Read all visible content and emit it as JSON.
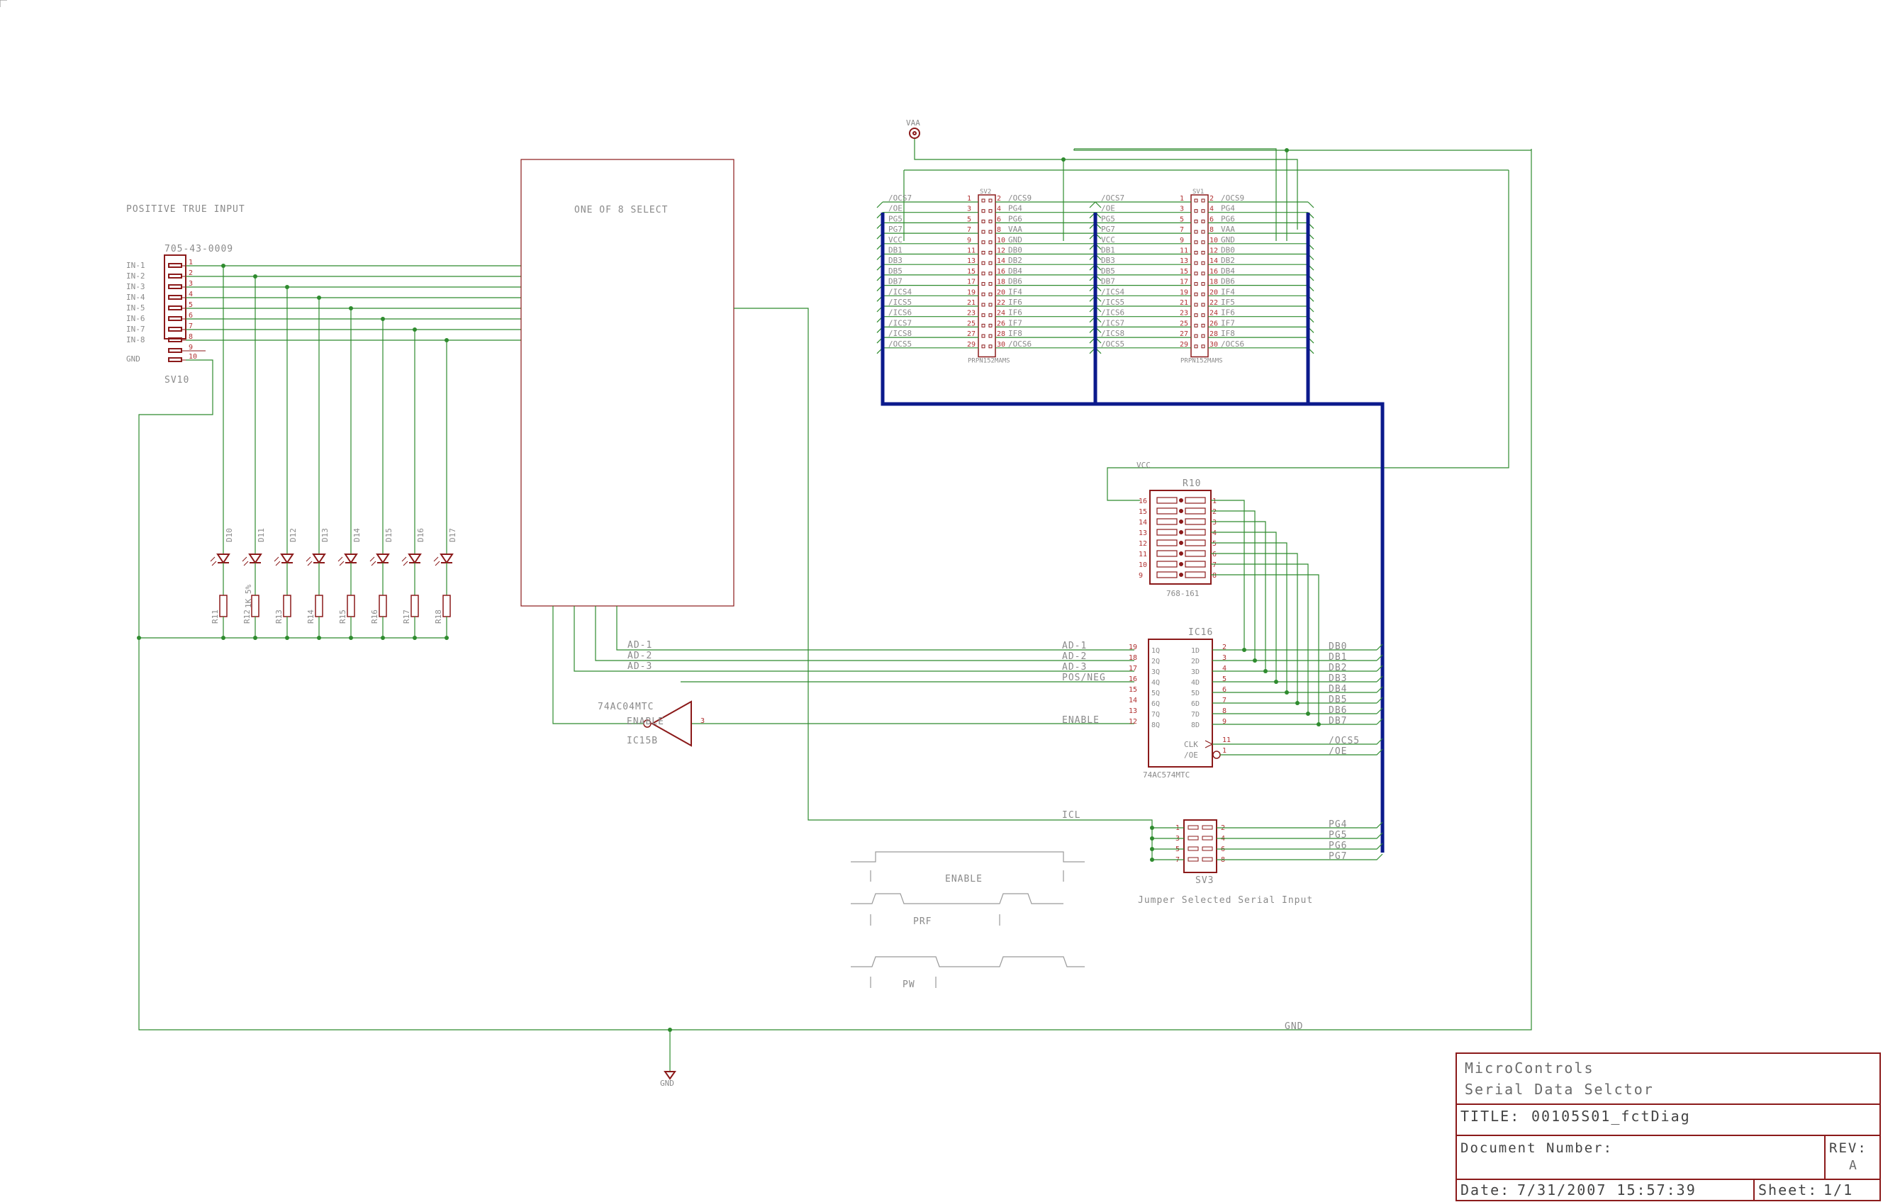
{
  "input_header": "POSITIVE TRUE INPUT",
  "connector_sv10": {
    "partnum": "705-43-0009",
    "name": "SV10",
    "signals": [
      "IN-1",
      "IN-2",
      "IN-3",
      "IN-4",
      "IN-5",
      "IN-6",
      "IN-7",
      "IN-8",
      "GND"
    ],
    "pins": [
      "1",
      "2",
      "3",
      "4",
      "5",
      "6",
      "7",
      "8",
      "9",
      "10"
    ]
  },
  "select_block": "ONE OF 8 SELECT",
  "leds": [
    "D10",
    "D11",
    "D12",
    "D13",
    "D14",
    "D15",
    "D16",
    "D17"
  ],
  "resistors": [
    "R11",
    "R12",
    "R13",
    "R14",
    "R15",
    "R16",
    "R17",
    "R18"
  ],
  "resistor_value": "1K 5%",
  "vaa_label": "VAA",
  "sv2": {
    "name": "SV2",
    "footer": "PRPN152MAMS",
    "left": [
      "/OCS7",
      "/OE",
      "PG5",
      "PG7",
      "VCC",
      "DB1",
      "DB3",
      "DB5",
      "DB7",
      "/ICS4",
      "/ICS5",
      "/ICS6",
      "/ICS7",
      "/ICS8",
      "/OCS5"
    ],
    "right": [
      "/OCS9",
      "PG4",
      "PG6",
      "VAA",
      "GND",
      "DB0",
      "DB2",
      "DB4",
      "DB6",
      "IF4",
      "IF6",
      "IF6",
      "IF7",
      "IF8",
      "/OCS6"
    ],
    "lnum": [
      "1",
      "3",
      "5",
      "7",
      "9",
      "11",
      "13",
      "15",
      "17",
      "19",
      "21",
      "23",
      "25",
      "27",
      "29"
    ],
    "rnum": [
      "2",
      "4",
      "6",
      "8",
      "10",
      "12",
      "14",
      "16",
      "18",
      "20",
      "22",
      "24",
      "26",
      "28",
      "30"
    ]
  },
  "sv1": {
    "name": "SV1",
    "footer": "PRPN152MAMS",
    "left": [
      "/OCS7",
      "/OE",
      "PG5",
      "PG7",
      "VCC",
      "DB1",
      "DB3",
      "DB5",
      "DB7",
      "/ICS4",
      "/ICS5",
      "/ICS6",
      "/ICS7",
      "/ICS8",
      "/OCS5"
    ],
    "right": [
      "/OCS9",
      "PG4",
      "PG6",
      "VAA",
      "GND",
      "DB0",
      "DB2",
      "DB4",
      "DB6",
      "IF4",
      "IF5",
      "IF6",
      "IF7",
      "IF8",
      "/OCS6"
    ],
    "lnum": [
      "1",
      "3",
      "5",
      "7",
      "9",
      "11",
      "13",
      "15",
      "17",
      "19",
      "21",
      "23",
      "25",
      "27",
      "29"
    ],
    "rnum": [
      "2",
      "4",
      "6",
      "8",
      "10",
      "12",
      "14",
      "16",
      "18",
      "20",
      "22",
      "24",
      "26",
      "28",
      "30"
    ]
  },
  "r10": {
    "name": "R10",
    "value": "768-161",
    "vcc": "VCC",
    "lpins": [
      "16",
      "15",
      "14",
      "13",
      "12",
      "11",
      "10",
      "9"
    ],
    "rpins": [
      "1",
      "2",
      "3",
      "4",
      "5",
      "6",
      "7",
      "8"
    ]
  },
  "ic16": {
    "name": "IC16",
    "part": "74AC574MTC",
    "in_nets": [
      "AD-1",
      "AD-2",
      "AD-3",
      "POS/NEG",
      "",
      "",
      "",
      "ENABLE"
    ],
    "in_pins": [
      "19",
      "18",
      "17",
      "16",
      "15",
      "14",
      "13",
      "12"
    ],
    "in_names": [
      "1Q",
      "2Q",
      "3Q",
      "4Q",
      "5Q",
      "6Q",
      "7Q",
      "8Q"
    ],
    "out_names": [
      "1D",
      "2D",
      "3D",
      "4D",
      "5D",
      "6D",
      "7D",
      "8D"
    ],
    "out_pins": [
      "2",
      "3",
      "4",
      "5",
      "6",
      "7",
      "8",
      "9"
    ],
    "out_nets": [
      "DB0",
      "DB1",
      "DB2",
      "DB3",
      "DB4",
      "DB5",
      "DB6",
      "DB7"
    ],
    "clk": "CLK",
    "oe": "/OE",
    "clk_pin": "11",
    "oe_pin": "1",
    "clk_net": "/OCS5",
    "oe_net": "/OE"
  },
  "ic15b": {
    "name": "IC15B",
    "part": "74AC04MTC",
    "net": "ENABLE",
    "pin_out": "3"
  },
  "sv3": {
    "name": "SV3",
    "caption": "Jumper Selected Serial Input",
    "icl": "ICL",
    "lpins": [
      "1",
      "3",
      "5",
      "7"
    ],
    "rpins": [
      "2",
      "4",
      "6",
      "8"
    ],
    "nets": [
      "PG4",
      "PG5",
      "PG6",
      "PG7"
    ]
  },
  "timing": {
    "enable": "ENABLE",
    "prf": "PRF",
    "pw": "PW"
  },
  "gnd_net": "GND",
  "gnd_symbol": "GND",
  "title_block": {
    "company": "MicroControls",
    "subtitle": "Serial Data Selctor",
    "title_label": "TITLE:",
    "title": "00105S01_fctDiag",
    "docnum_label": "Document Number:",
    "rev_label": "REV:",
    "rev": "A",
    "date_label": "Date:",
    "date": "7/31/2007 15:57:39",
    "sheet_label": "Sheet:",
    "sheet": "1/1"
  }
}
